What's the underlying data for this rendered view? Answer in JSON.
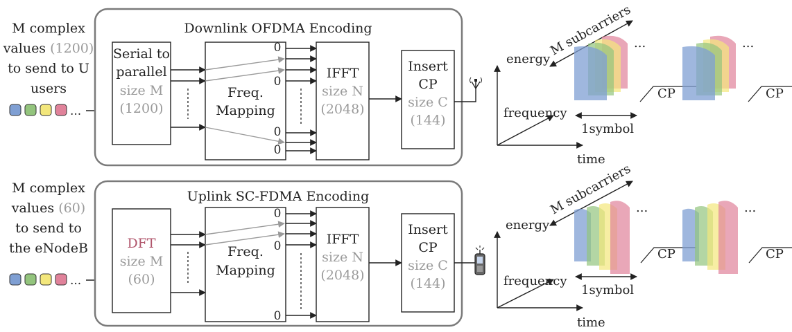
{
  "colors": {
    "frame": "#7a7a7a",
    "muted_text": "#9a9a9a",
    "dft_text": "#b0556b",
    "symbol_blue": "#7f9fd3",
    "symbol_green": "#93c47d",
    "symbol_yellow": "#f3e77c",
    "symbol_red": "#e0829a"
  },
  "icons": [
    "antenna-icon",
    "phone-icon"
  ],
  "downlink": {
    "input_line1": "M complex",
    "input_line2": "values",
    "input_count": "(1200)",
    "input_line3": "to send to U",
    "input_line4": "users",
    "ellipsis": "...",
    "title": "Downlink OFDMA Encoding",
    "sp_line1": "Serial to",
    "sp_line2": "parallel",
    "sp_size": "size M",
    "sp_count": "(1200)",
    "map_line1": "Freq.",
    "map_line2": "Mapping",
    "zero": "0",
    "ifft_label": "IFFT",
    "ifft_size": "size N",
    "ifft_count": "(2048)",
    "cp_line1": "Insert",
    "cp_line2": "CP",
    "cp_size": "size C",
    "cp_count": "(144)",
    "subcarriers": "M subcarriers",
    "dots": "...",
    "cp_label": "CP",
    "axis_energy": "energy",
    "axis_frequency": "frequency",
    "axis_time": "time",
    "symbol_label": "1symbol"
  },
  "uplink": {
    "input_line1": "M complex",
    "input_line2": "values",
    "input_count": "(60)",
    "input_line3": "to send to",
    "input_line4": "the eNodeB",
    "ellipsis": "...",
    "title": "Uplink SC-FDMA Encoding",
    "dft_label": "DFT",
    "dft_size": "size M",
    "dft_count": "(60)",
    "map_line1": "Freq.",
    "map_line2": "Mapping",
    "zero": "0",
    "ifft_label": "IFFT",
    "ifft_size": "size N",
    "ifft_count": "(2048)",
    "cp_line1": "Insert",
    "cp_line2": "CP",
    "cp_size": "size C",
    "cp_count": "(144)",
    "subcarriers": "M subcarriers",
    "dots": "...",
    "cp_label": "CP",
    "axis_energy": "energy",
    "axis_frequency": "frequency",
    "axis_time": "time",
    "symbol_label": "1symbol"
  }
}
